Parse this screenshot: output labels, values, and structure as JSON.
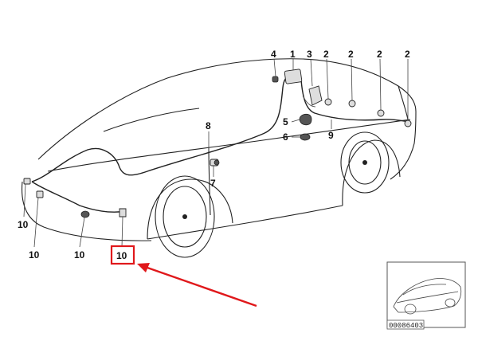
{
  "callouts": {
    "c4": "4",
    "c1": "1",
    "c3": "3",
    "c2a": "2",
    "c2b": "2",
    "c2c": "2",
    "c2d": "2",
    "c5": "5",
    "c6": "6",
    "c8": "8",
    "c9": "9",
    "c7": "7",
    "c10a": "10",
    "c10b": "10",
    "c10c": "10",
    "c10d": "10"
  },
  "highlight": {
    "label": "10",
    "box_color": "#e0181b",
    "arrow_color": "#e0181b"
  },
  "inset": {
    "reference_number": "00086403"
  }
}
